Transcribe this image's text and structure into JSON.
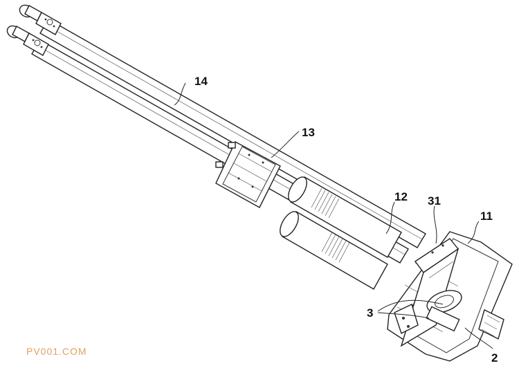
{
  "figure": {
    "callouts": {
      "c14": "14",
      "c13": "13",
      "c12": "12",
      "c31": "31",
      "c11": "11",
      "c3": "3",
      "c2": "2"
    },
    "watermark": "PV001.COM",
    "colors": {
      "line": "#333333",
      "watermark": "#e0a060",
      "background": "#ffffff"
    }
  }
}
